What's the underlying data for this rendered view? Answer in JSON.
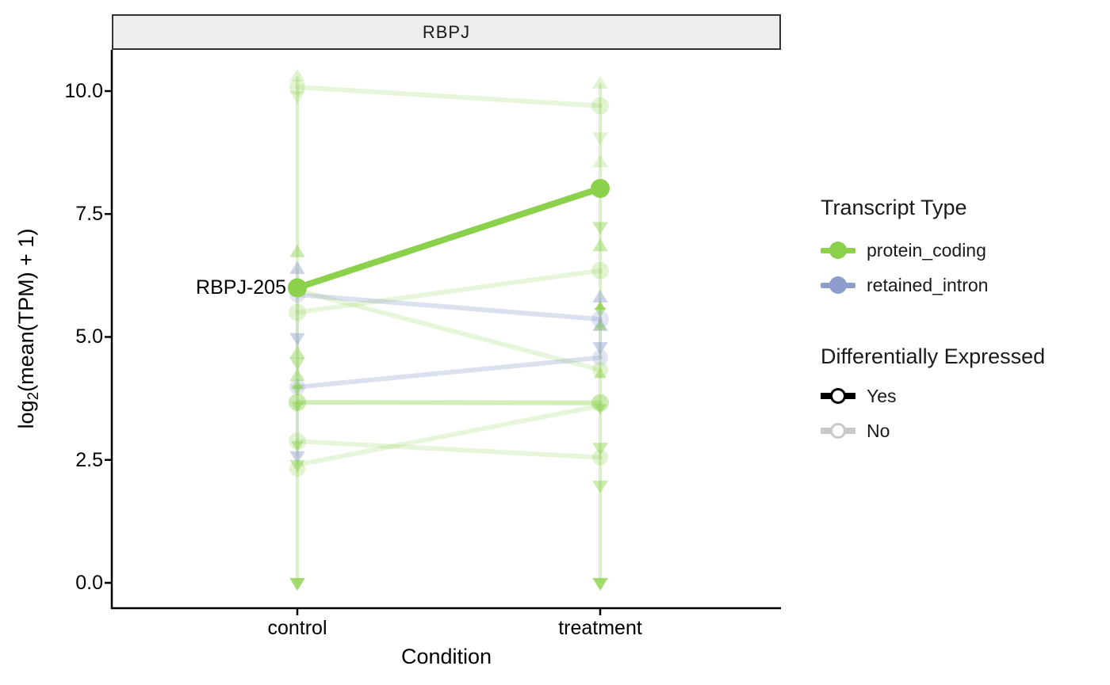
{
  "facet": {
    "label": "RBPJ"
  },
  "axes": {
    "y": {
      "title_log": "log",
      "title_sub": "2",
      "title_rest": "(mean(TPM) + 1)",
      "ticks": [
        "0.0",
        "2.5",
        "5.0",
        "7.5",
        "10.0"
      ]
    },
    "x": {
      "title": "Condition",
      "categories": [
        "control",
        "treatment"
      ]
    }
  },
  "annotation": {
    "label": "RBPJ-205"
  },
  "colors": {
    "protein_coding": "#8cd14b",
    "retained_intron": "#8e9dcb",
    "de_yes": "#000000",
    "de_no": "#c9c9c9",
    "strip_bg": "#ededed",
    "axis": "#000000"
  },
  "legends": [
    {
      "title": "Transcript Type",
      "items": [
        {
          "label": "protein_coding",
          "color": "#8cd14b"
        },
        {
          "label": "retained_intron",
          "color": "#8e9dcb"
        }
      ]
    },
    {
      "title": "Differentially Expressed",
      "items": [
        {
          "label": "Yes",
          "color": "#000000"
        },
        {
          "label": "No",
          "color": "#c9c9c9"
        }
      ]
    }
  ],
  "chart_data": {
    "type": "line",
    "title": "RBPJ",
    "xlabel": "Condition",
    "ylabel": "log2(mean(TPM) + 1)",
    "categories": [
      "control",
      "treatment"
    ],
    "yticks": [
      0.0,
      2.5,
      5.0,
      7.5,
      10.0
    ],
    "ylim": [
      -0.45,
      10.95
    ],
    "grid": false,
    "legend_position": "right",
    "highlight": {
      "name": "RBPJ-205",
      "type": "protein_coding",
      "de": "Yes",
      "control": 6.0,
      "treatment": 8.0
    },
    "lines": [
      {
        "y1": 10.08,
        "y2": 9.7,
        "type": "protein_coding",
        "de": "No",
        "alpha": 0.2
      },
      {
        "y1": 5.95,
        "y2": 4.33,
        "type": "protein_coding",
        "de": "No",
        "alpha": 0.2
      },
      {
        "y1": 5.5,
        "y2": 6.35,
        "type": "protein_coding",
        "de": "No",
        "alpha": 0.2
      },
      {
        "y1": 5.86,
        "y2": 5.36,
        "type": "retained_intron",
        "de": "No",
        "alpha": 0.3
      },
      {
        "y1": 3.98,
        "y2": 4.58,
        "type": "retained_intron",
        "de": "No",
        "alpha": 0.3
      },
      {
        "y1": 3.67,
        "y2": 3.66,
        "type": "protein_coding",
        "de": "No",
        "alpha": 0.38
      },
      {
        "y1": 2.88,
        "y2": 2.55,
        "type": "protein_coding",
        "de": "No",
        "alpha": 0.2
      },
      {
        "y1": 2.4,
        "y2": 3.6,
        "type": "protein_coding",
        "de": "No",
        "alpha": 0.2
      },
      {
        "y1": 6.0,
        "y2": 8.02,
        "type": "protein_coding",
        "de": "Yes",
        "alpha": 1
      }
    ],
    "ranges": [
      {
        "x": "control",
        "from": 0,
        "to": 10.3,
        "type": "protein_coding",
        "alpha": 0.3
      },
      {
        "x": "treatment",
        "from": 0,
        "to": 10.15,
        "type": "protein_coding",
        "alpha": 0.3
      },
      {
        "x": "control",
        "from": 2.58,
        "to": 6.38,
        "type": "retained_intron",
        "alpha": 0.15
      },
      {
        "x": "treatment",
        "from": 4.58,
        "to": 5.8,
        "type": "retained_intron",
        "alpha": 0.15
      }
    ],
    "points": [
      {
        "x": "control",
        "y": 10.3,
        "shape": "triangle-up",
        "type": "protein_coding",
        "alpha": "faint"
      },
      {
        "x": "control",
        "y": 10.08,
        "shape": "circle",
        "type": "protein_coding",
        "alpha": "faint",
        "size": 10
      },
      {
        "x": "control",
        "y": 9.9,
        "shape": "triangle-down",
        "type": "protein_coding",
        "alpha": "faint"
      },
      {
        "x": "control",
        "y": 6.72,
        "shape": "triangle-up",
        "type": "protein_coding",
        "alpha": "medium"
      },
      {
        "x": "control",
        "y": 6.38,
        "shape": "triangle-up",
        "type": "retained_intron",
        "alpha": "medium"
      },
      {
        "x": "control",
        "y": 5.86,
        "shape": "circle",
        "type": "retained_intron",
        "alpha": "faint",
        "size": 10
      },
      {
        "x": "control",
        "y": 5.5,
        "shape": "circle",
        "type": "protein_coding",
        "alpha": "faint",
        "size": 11
      },
      {
        "x": "control",
        "y": 4.98,
        "shape": "triangle-down",
        "type": "retained_intron",
        "alpha": "medium"
      },
      {
        "x": "control",
        "y": 4.66,
        "shape": "triangle-up",
        "type": "protein_coding",
        "alpha": "medium"
      },
      {
        "x": "control",
        "y": 4.48,
        "shape": "triangle-down",
        "type": "protein_coding",
        "alpha": "medium"
      },
      {
        "x": "control",
        "y": 4.2,
        "shape": "triangle-up",
        "type": "protein_coding",
        "alpha": "medium"
      },
      {
        "x": "control",
        "y": 3.98,
        "shape": "circle",
        "type": "retained_intron",
        "alpha": "faint",
        "size": 10
      },
      {
        "x": "control",
        "y": 4.02,
        "shape": "triangle-up",
        "type": "protein_coding",
        "alpha": "medium",
        "size": 8
      },
      {
        "x": "control",
        "y": 3.94,
        "shape": "triangle-down",
        "type": "protein_coding",
        "alpha": "medium",
        "size": 8
      },
      {
        "x": "control",
        "y": 3.67,
        "shape": "circle",
        "type": "protein_coding",
        "alpha": "medium",
        "size": 11
      },
      {
        "x": "control",
        "y": 3.6,
        "shape": "triangle-down",
        "type": "protein_coding",
        "alpha": "medium",
        "size": 8
      },
      {
        "x": "control",
        "y": 2.88,
        "shape": "circle",
        "type": "protein_coding",
        "alpha": "faint",
        "size": 11
      },
      {
        "x": "control",
        "y": 2.8,
        "shape": "triangle-down",
        "type": "protein_coding",
        "alpha": "medium",
        "size": 8
      },
      {
        "x": "control",
        "y": 2.58,
        "shape": "triangle-down",
        "type": "retained_intron",
        "alpha": "medium"
      },
      {
        "x": "control",
        "y": 2.4,
        "shape": "triangle-down",
        "type": "protein_coding",
        "alpha": "medium"
      },
      {
        "x": "control",
        "y": 2.32,
        "shape": "circle",
        "type": "protein_coding",
        "alpha": "faint",
        "size": 10
      },
      {
        "x": "control",
        "y": 0.0,
        "shape": "triangle-down",
        "type": "protein_coding",
        "alpha": "strong"
      },
      {
        "x": "treatment",
        "y": 10.15,
        "shape": "triangle-up",
        "type": "protein_coding",
        "alpha": "faint"
      },
      {
        "x": "treatment",
        "y": 9.7,
        "shape": "circle",
        "type": "protein_coding",
        "alpha": "faint",
        "size": 11
      },
      {
        "x": "treatment",
        "y": 9.06,
        "shape": "triangle-down",
        "type": "protein_coding",
        "alpha": "faint"
      },
      {
        "x": "treatment",
        "y": 8.55,
        "shape": "triangle-up",
        "type": "protein_coding",
        "alpha": "faint"
      },
      {
        "x": "treatment",
        "y": 7.24,
        "shape": "triangle-down",
        "type": "protein_coding",
        "alpha": "medium"
      },
      {
        "x": "treatment",
        "y": 6.84,
        "shape": "triangle-up",
        "type": "protein_coding",
        "alpha": "medium"
      },
      {
        "x": "treatment",
        "y": 6.35,
        "shape": "circle",
        "type": "protein_coding",
        "alpha": "faint",
        "size": 11
      },
      {
        "x": "treatment",
        "y": 5.8,
        "shape": "triangle-up",
        "type": "retained_intron",
        "alpha": "medium"
      },
      {
        "x": "treatment",
        "y": 5.62,
        "shape": "triangle-up",
        "type": "protein_coding",
        "alpha": "strong",
        "size": 7
      },
      {
        "x": "treatment",
        "y": 5.52,
        "shape": "triangle-down",
        "type": "protein_coding",
        "alpha": "medium",
        "size": 8
      },
      {
        "x": "treatment",
        "y": 5.36,
        "shape": "circle",
        "type": "retained_intron",
        "alpha": "faint",
        "size": 11
      },
      {
        "x": "treatment",
        "y": 5.22,
        "shape": "triangle-up",
        "type": "retained_intron",
        "alpha": "medium"
      },
      {
        "x": "treatment",
        "y": 5.22,
        "shape": "triangle-up",
        "type": "protein_coding",
        "alpha": "medium",
        "size": 8
      },
      {
        "x": "treatment",
        "y": 4.8,
        "shape": "triangle-down",
        "type": "retained_intron",
        "alpha": "medium"
      },
      {
        "x": "treatment",
        "y": 4.58,
        "shape": "circle",
        "type": "retained_intron",
        "alpha": "faint",
        "size": 10
      },
      {
        "x": "treatment",
        "y": 4.33,
        "shape": "circle",
        "type": "protein_coding",
        "alpha": "faint",
        "size": 10
      },
      {
        "x": "treatment",
        "y": 4.24,
        "shape": "triangle-up",
        "type": "protein_coding",
        "alpha": "medium",
        "size": 8
      },
      {
        "x": "treatment",
        "y": 3.66,
        "shape": "circle",
        "type": "protein_coding",
        "alpha": "medium",
        "size": 11
      },
      {
        "x": "treatment",
        "y": 3.55,
        "shape": "triangle-down",
        "type": "protein_coding",
        "alpha": "medium",
        "size": 8
      },
      {
        "x": "treatment",
        "y": 2.75,
        "shape": "triangle-down",
        "type": "protein_coding",
        "alpha": "medium"
      },
      {
        "x": "treatment",
        "y": 2.55,
        "shape": "circle",
        "type": "protein_coding",
        "alpha": "faint",
        "size": 10
      },
      {
        "x": "treatment",
        "y": 1.98,
        "shape": "triangle-down",
        "type": "protein_coding",
        "alpha": "medium"
      },
      {
        "x": "treatment",
        "y": 0.0,
        "shape": "triangle-down",
        "type": "protein_coding",
        "alpha": "strong"
      },
      {
        "x": "control",
        "y": 6.0,
        "shape": "circle",
        "type": "protein_coding",
        "alpha": "bold",
        "size": 12
      },
      {
        "x": "treatment",
        "y": 8.02,
        "shape": "circle",
        "type": "protein_coding",
        "alpha": "bold",
        "size": 12
      }
    ]
  }
}
